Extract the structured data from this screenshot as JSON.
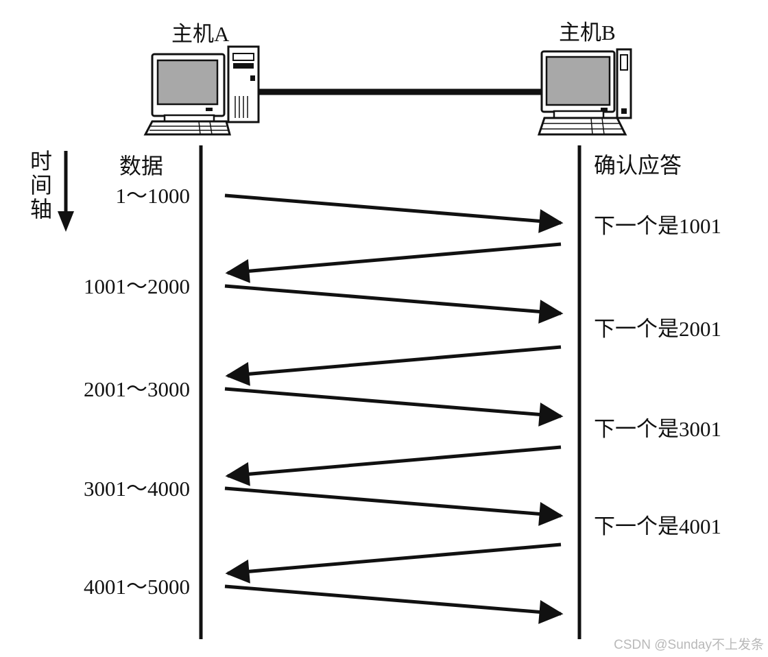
{
  "hosts": {
    "a": {
      "label": "主机A"
    },
    "b": {
      "label": "主机B"
    }
  },
  "time_axis": {
    "label_chars": [
      "时",
      "间",
      "轴"
    ]
  },
  "columns": {
    "data_header": "数据",
    "ack_header": "确认应答"
  },
  "exchanges": [
    {
      "data": "1～1000",
      "ack": "下一个是1001"
    },
    {
      "data": "1001～2000",
      "ack": "下一个是2001"
    },
    {
      "data": "2001～3000",
      "ack": "下一个是3001"
    },
    {
      "data": "3001～4000",
      "ack": "下一个是4001"
    },
    {
      "data": "4001～5000",
      "ack": ""
    }
  ],
  "watermark": "CSDN @Sunday不上发条",
  "colors": {
    "ink": "#111111",
    "screen": "#a8a8a8",
    "watermark": "#b9b9b9"
  }
}
